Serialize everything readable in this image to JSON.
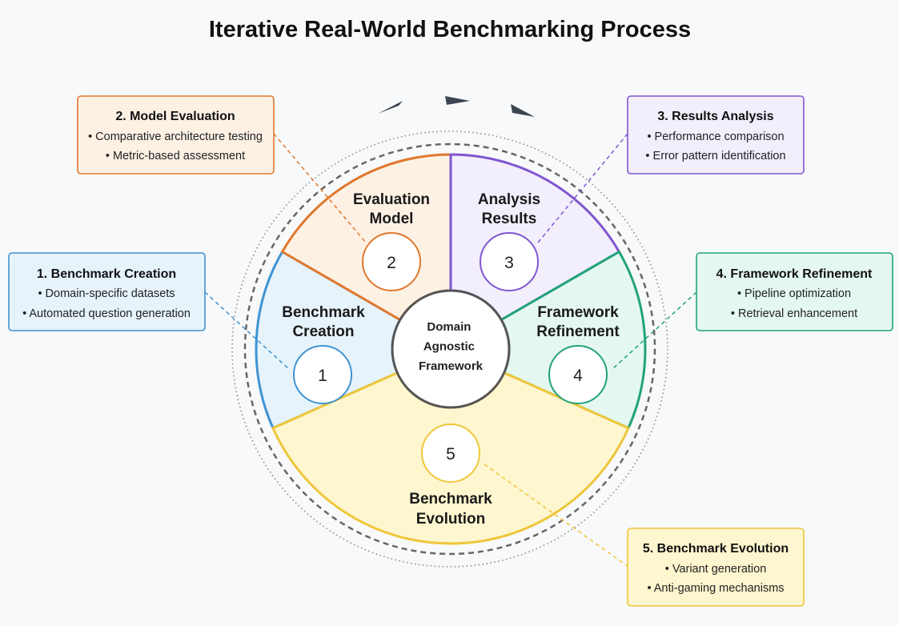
{
  "title": "Iterative Real-World Benchmarking Process",
  "center": {
    "lines": [
      "Domain",
      "Agnostic",
      "Framework"
    ]
  },
  "colors": {
    "blue": "#3f93d2",
    "blue_fill": "#e6f3fb",
    "orange": "#e0782e",
    "orange_fill": "#fdf1e4",
    "purple": "#8056cf",
    "purple_fill": "#f2eefc",
    "green": "#22a27a",
    "green_fill": "#e4f7f0",
    "yellow": "#efc63a",
    "yellow_fill": "#fdf6cf"
  },
  "segments": [
    {
      "id": "benchmark-creation",
      "label": [
        "Benchmark",
        "Creation"
      ],
      "number": "1",
      "color": "blue",
      "box": {
        "title": "1. Benchmark Creation",
        "bullets": [
          "• Domain-specific datasets",
          "• Automated question generation"
        ]
      }
    },
    {
      "id": "model-evaluation",
      "label": [
        "Evaluation",
        "Model"
      ],
      "number": "2",
      "color": "orange",
      "box": {
        "title": "2. Model Evaluation",
        "bullets": [
          "• Comparative architecture testing",
          "• Metric-based assessment"
        ]
      }
    },
    {
      "id": "results-analysis",
      "label": [
        "Analysis",
        "Results"
      ],
      "number": "3",
      "color": "purple",
      "box": {
        "title": "3. Results Analysis",
        "bullets": [
          "• Performance comparison",
          "• Error pattern identification"
        ]
      }
    },
    {
      "id": "framework-refinement",
      "label": [
        "Framework",
        "Refinement"
      ],
      "number": "4",
      "color": "green",
      "box": {
        "title": "4. Framework Refinement",
        "bullets": [
          "• Pipeline optimization",
          "• Retrieval enhancement"
        ]
      }
    },
    {
      "id": "benchmark-evolution",
      "label": [
        "Benchmark",
        "Evolution"
      ],
      "number": "5",
      "color": "yellow",
      "box": {
        "title": "5. Benchmark Evolution",
        "bullets": [
          "• Variant generation",
          "• Anti-gaming mechanisms"
        ]
      }
    }
  ]
}
